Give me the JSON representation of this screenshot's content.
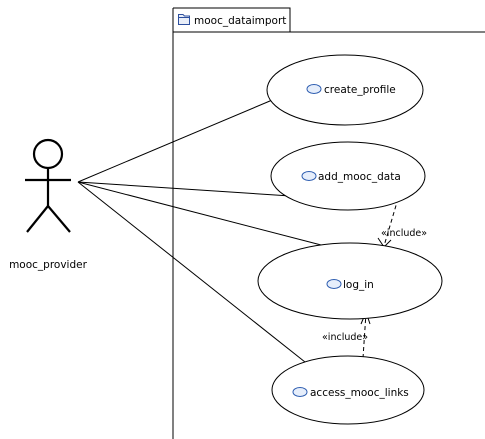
{
  "package": {
    "name": "mooc_dataimport"
  },
  "actor": {
    "name": "mooc_provider"
  },
  "use_cases": [
    {
      "id": "create_profile",
      "label": "create_profile"
    },
    {
      "id": "add_mooc_data",
      "label": "add_mooc_data"
    },
    {
      "id": "log_in",
      "label": "log_in"
    },
    {
      "id": "access_mooc_links",
      "label": "access_mooc_links"
    }
  ],
  "associations": [
    {
      "from": "mooc_provider",
      "to": "create_profile"
    },
    {
      "from": "mooc_provider",
      "to": "add_mooc_data"
    },
    {
      "from": "mooc_provider",
      "to": "log_in"
    },
    {
      "from": "mooc_provider",
      "to": "access_mooc_links"
    }
  ],
  "include_relations": [
    {
      "from": "add_mooc_data",
      "to": "log_in",
      "stereotype": "«include»"
    },
    {
      "from": "access_mooc_links",
      "to": "log_in",
      "stereotype": "«include»"
    }
  ]
}
